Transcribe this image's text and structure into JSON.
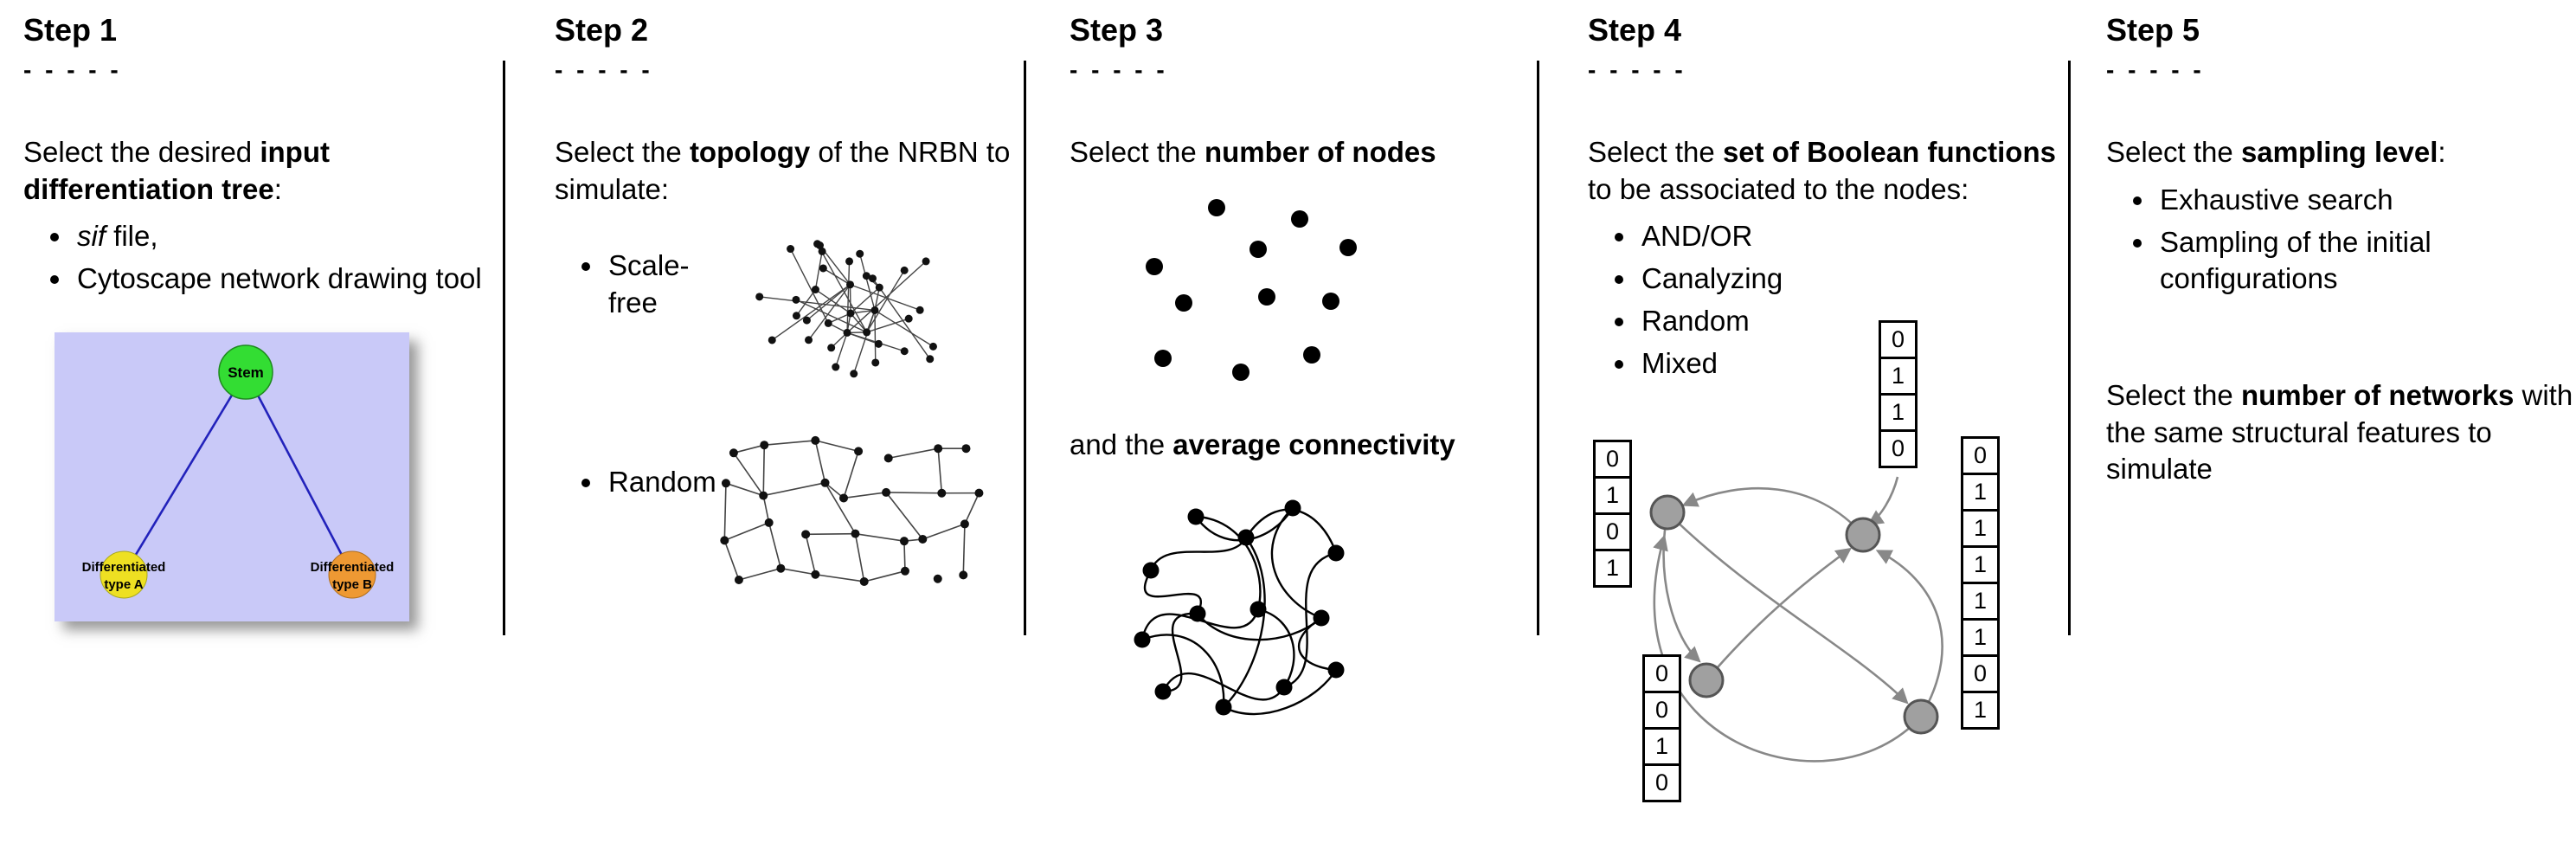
{
  "figure": {
    "background": "#ffffff",
    "divider_color": "#000000"
  },
  "steps": [
    {
      "title": "Step 1",
      "dashes": "- - - - -",
      "intro": [
        {
          "text": "Select the desired "
        },
        {
          "text": "input differentiation tree",
          "bold": true
        },
        {
          "text": ":"
        }
      ],
      "bullets": [
        [
          {
            "text": "sif",
            "italic": true
          },
          {
            "text": " file,"
          }
        ],
        [
          {
            "text": "Cytoscape network drawing tool"
          }
        ]
      ],
      "tree": {
        "root_label": "Stem",
        "left_label_line1": "Differentiated",
        "left_label_line2": "type A",
        "right_label_line1": "Differentiated",
        "right_label_line2": "type B",
        "root_color": "#33dd33",
        "left_color": "#eee022",
        "right_color": "#ee9933",
        "panel_color": "#c9c9f8",
        "edge_color": "#2222bb"
      }
    },
    {
      "title": "Step 2",
      "dashes": "- - - - -",
      "intro": [
        {
          "text": "Select the "
        },
        {
          "text": "topology",
          "bold": true
        },
        {
          "text": " of the NRBN to simulate:"
        }
      ],
      "bullets": [
        [
          {
            "text": "Scale-free"
          }
        ],
        [
          {
            "text": "Random"
          }
        ]
      ]
    },
    {
      "title": "Step 3",
      "dashes": "- - - - -",
      "intro": [
        {
          "text": "Select the "
        },
        {
          "text": "number of nodes",
          "bold": true
        }
      ],
      "second": [
        {
          "text": "and the "
        },
        {
          "text": "average connectivity",
          "bold": true
        }
      ]
    },
    {
      "title": "Step 4",
      "dashes": "- - - - -",
      "intro": [
        {
          "text": "Select the "
        },
        {
          "text": "set of Boolean functions",
          "bold": true
        },
        {
          "text": " to be associated to the nodes:"
        }
      ],
      "bullets": [
        [
          {
            "text": "AND/OR"
          }
        ],
        [
          {
            "text": "Canalyzing"
          }
        ],
        [
          {
            "text": "Random"
          }
        ],
        [
          {
            "text": "Mixed"
          }
        ]
      ],
      "truth_tables": [
        {
          "name": "left",
          "values": [
            "0",
            "1",
            "0",
            "1"
          ]
        },
        {
          "name": "top",
          "values": [
            "0",
            "1",
            "1",
            "0"
          ]
        },
        {
          "name": "bottom-left",
          "values": [
            "0",
            "0",
            "1",
            "0"
          ]
        },
        {
          "name": "right",
          "values": [
            "0",
            "1",
            "1",
            "1",
            "1",
            "1",
            "0",
            "1"
          ]
        }
      ],
      "node_color": "#a0a0a0",
      "arrow_color": "#888888"
    },
    {
      "title": "Step 5",
      "dashes": "- - - - -",
      "intro": [
        {
          "text": "Select the "
        },
        {
          "text": "sampling level",
          "bold": true
        },
        {
          "text": ":"
        }
      ],
      "bullets": [
        [
          {
            "text": "Exhaustive search"
          }
        ],
        [
          {
            "text": "Sampling of the initial configurations"
          }
        ]
      ],
      "second": [
        {
          "text": "Select the "
        },
        {
          "text": "number of networks",
          "bold": true
        },
        {
          "text": " with the same structural features to simulate"
        }
      ]
    }
  ]
}
